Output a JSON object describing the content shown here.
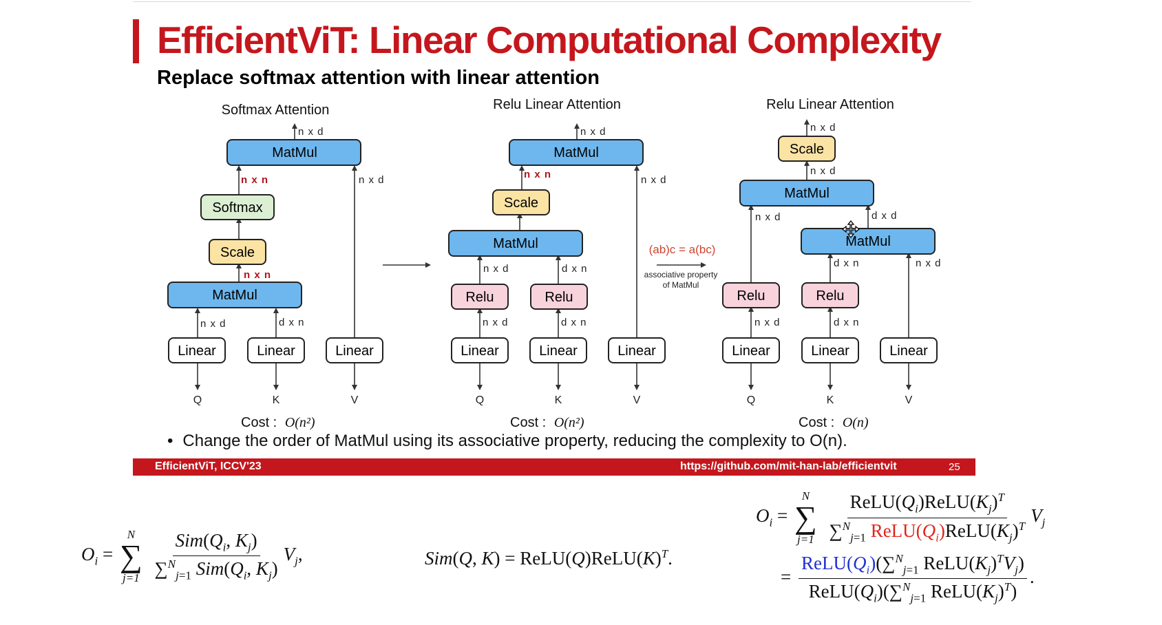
{
  "slide": {
    "title": "EfficientViT: Linear Computational Complexity",
    "subtitle": "Replace softmax attention with linear attention",
    "bullet": "Change the order of MatMul using its associative property, reducing the complexity to O(n).",
    "footer_left": "EfficientViT, ICCV'23",
    "footer_url": "https://github.com/mit-han-lab/efficientvit",
    "page_number": "25",
    "colors": {
      "brand_red": "#c4171d",
      "matmul_blue": "#6db7ee",
      "scale_yellow": "#fbe3a4",
      "softmax_green": "#dcefd3",
      "relu_pink": "#f8d3dc"
    }
  },
  "diagram": {
    "col1": {
      "title": "Softmax Attention",
      "cost_label": "Cost :",
      "cost_value": "O(n²)",
      "nodes": {
        "matmul_top": "MatMul",
        "softmax": "Softmax",
        "scale": "Scale",
        "matmul_bottom": "MatMul",
        "linear_q": "Linear",
        "linear_k": "Linear",
        "linear_v": "Linear"
      },
      "dims": {
        "out": "n x d",
        "nn1": "n x n",
        "nn2": "n x n",
        "v": "n x d",
        "q": "n x d",
        "k": "d x n"
      },
      "inputs": {
        "q": "Q",
        "k": "K",
        "v": "V"
      }
    },
    "col2": {
      "title": "Relu Linear Attention",
      "cost_label": "Cost :",
      "cost_value": "O(n²)",
      "nodes": {
        "matmul_top": "MatMul",
        "scale": "Scale",
        "matmul_bottom": "MatMul",
        "relu_q": "Relu",
        "relu_k": "Relu",
        "linear_q": "Linear",
        "linear_k": "Linear",
        "linear_v": "Linear"
      },
      "dims": {
        "out": "n x d",
        "nn": "n x n",
        "v": "n x d",
        "mq": "n x d",
        "mk": "d x n",
        "q": "n x d",
        "k": "d x n"
      },
      "inputs": {
        "q": "Q",
        "k": "K",
        "v": "V"
      }
    },
    "col3": {
      "title": "Relu Linear Attention",
      "cost_label": "Cost :",
      "cost_value": "O(n)",
      "nodes": {
        "scale": "Scale",
        "matmul_top": "MatMul",
        "matmul_mid": "MatMul",
        "relu_q": "Relu",
        "relu_k": "Relu",
        "linear_q": "Linear",
        "linear_k": "Linear",
        "linear_v": "Linear"
      },
      "dims": {
        "out": "n x d",
        "mid": "n x d",
        "left": "n x d",
        "dd": "d x d",
        "kmid": "d x n",
        "vmid": "n x d",
        "q": "n x d",
        "k": "d x n"
      },
      "inputs": {
        "q": "Q",
        "k": "K",
        "v": "V"
      }
    },
    "assoc": {
      "formula": "(ab)c = a(bc)",
      "line1": "associative property",
      "line2": "of MatMul"
    }
  }
}
